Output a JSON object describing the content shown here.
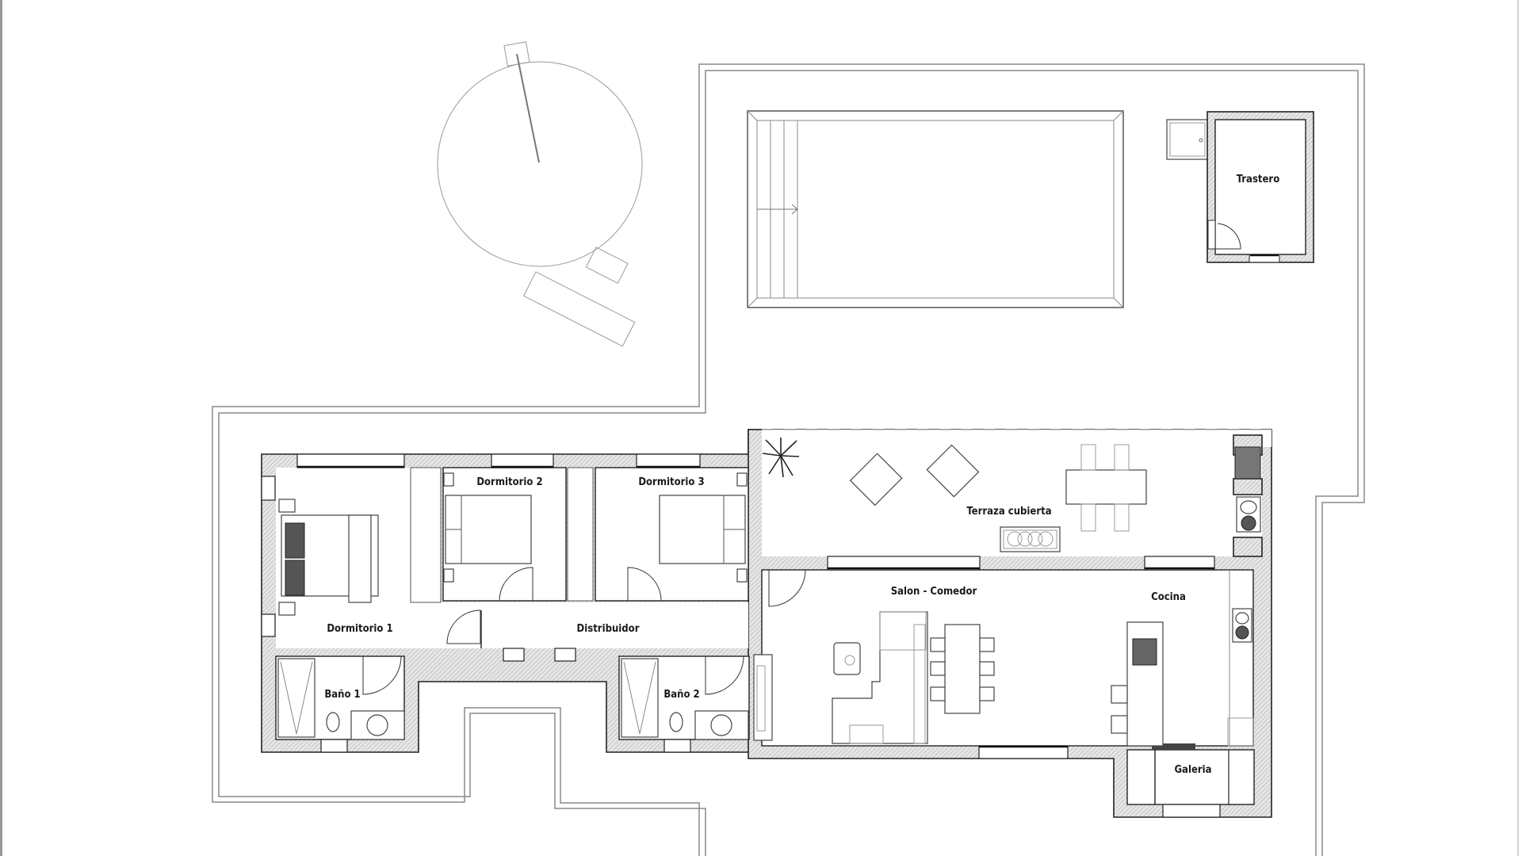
{
  "plan": {
    "type": "floor plan",
    "stroke_color": "#222222",
    "hatch_color": "#bdbdbd",
    "plot_outline_color": "#8a8a8a"
  },
  "rooms": {
    "trastero": "Trastero",
    "terraza": "Terraza cubierta",
    "dormitorio1": "Dormitorio 1",
    "dormitorio2": "Dormitorio 2",
    "dormitorio3": "Dormitorio 3",
    "distribuidor": "Distribuidor",
    "salon": "Salon - Comedor",
    "cocina": "Cocina",
    "bano1": "Baño 1",
    "bano2": "Baño 2",
    "galeria": "Galeria"
  },
  "exterior": {
    "pool": "pool-with-steps",
    "umbrella": "round-parasol",
    "loungers": 2
  },
  "icons": {
    "plant": "plant-icon",
    "armchairs": 2,
    "terrace_table_chairs": 4,
    "dining_chairs": 6,
    "bar_stools": 2,
    "cooktop": "cooktop-icon",
    "sinks": 3
  }
}
